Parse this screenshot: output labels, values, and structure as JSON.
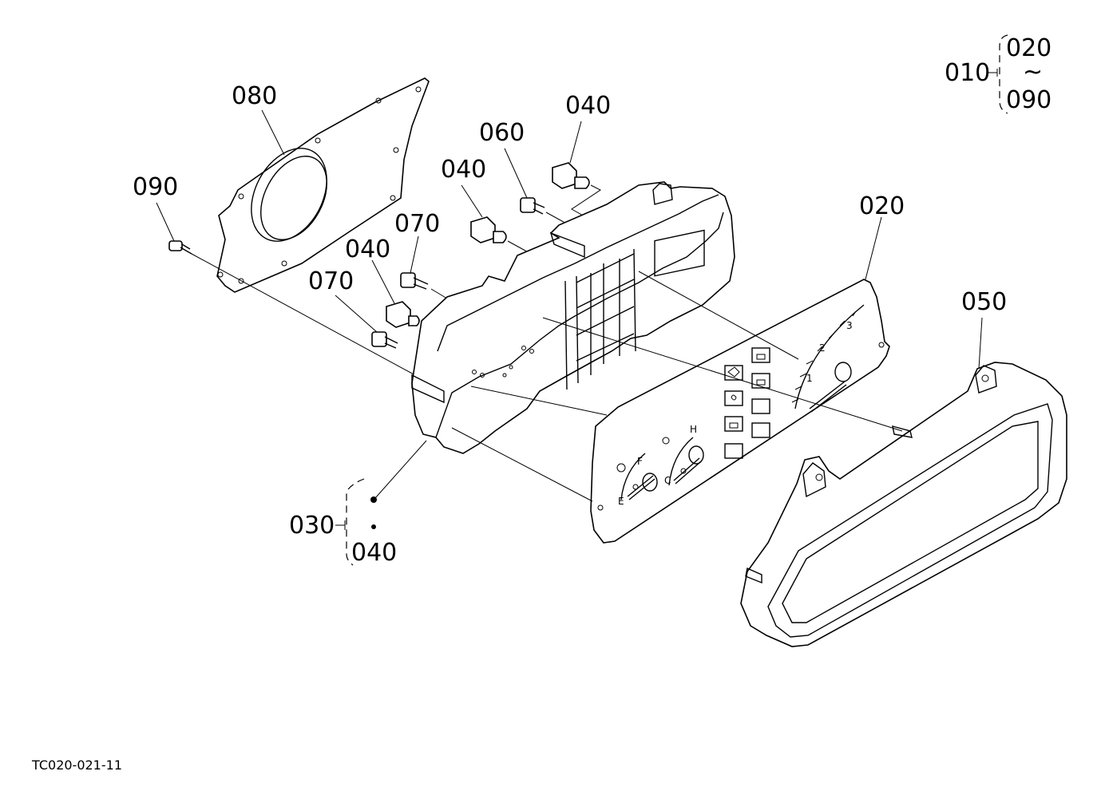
{
  "labels": {
    "p010": "010",
    "p020_range_start": "020",
    "p_range_sep": "~",
    "p090_range_end": "090",
    "p080": "080",
    "p090": "090",
    "p060": "060",
    "p040_top": "040",
    "p040_mid": "040",
    "p040_left": "040",
    "p070_upper": "070",
    "p070_lower": "070",
    "p020": "020",
    "p050": "050",
    "p030": "030",
    "p030_040": "040"
  },
  "gauge": {
    "tach_1": "1",
    "tach_2": "2",
    "tach_3": "3",
    "fuel_f": "F",
    "fuel_e": "E",
    "temp_h": "H",
    "temp_c": "C"
  },
  "figure_code": "TC020-021-11"
}
